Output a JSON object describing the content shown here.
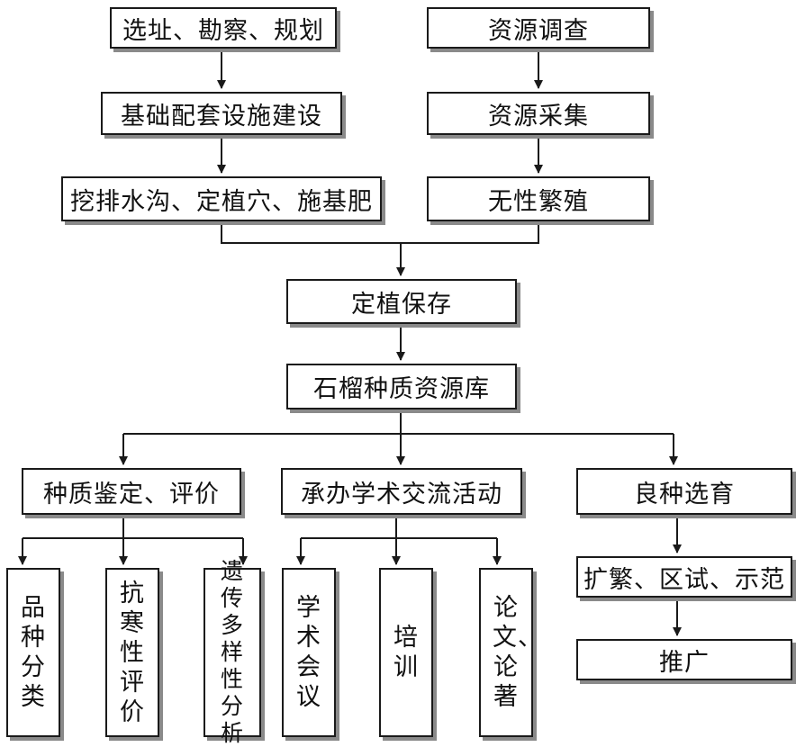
{
  "nodes": {
    "site": "选址、勘察、规划",
    "survey": "资源调查",
    "infra": "基础配套设施建设",
    "collect": "资源采集",
    "dig": "挖排水沟、定植穴、施基肥",
    "propagate": "无性繁殖",
    "plant": "定植保存",
    "bank": "石榴种质资源库",
    "identify": "种质鉴定、评价",
    "academic": "承办学术交流活动",
    "breeding": "良种选育",
    "classify": "品种分类",
    "cold": "抗寒性评价",
    "genetic": "遗传多样性分析",
    "conference": "学术会议",
    "training": "培训",
    "papers": "论文、论著",
    "expand": "扩繁、区试、示范",
    "promote": "推广"
  },
  "colors": {
    "line": "#1a1a1a",
    "shadow": "#8a8a8a"
  }
}
